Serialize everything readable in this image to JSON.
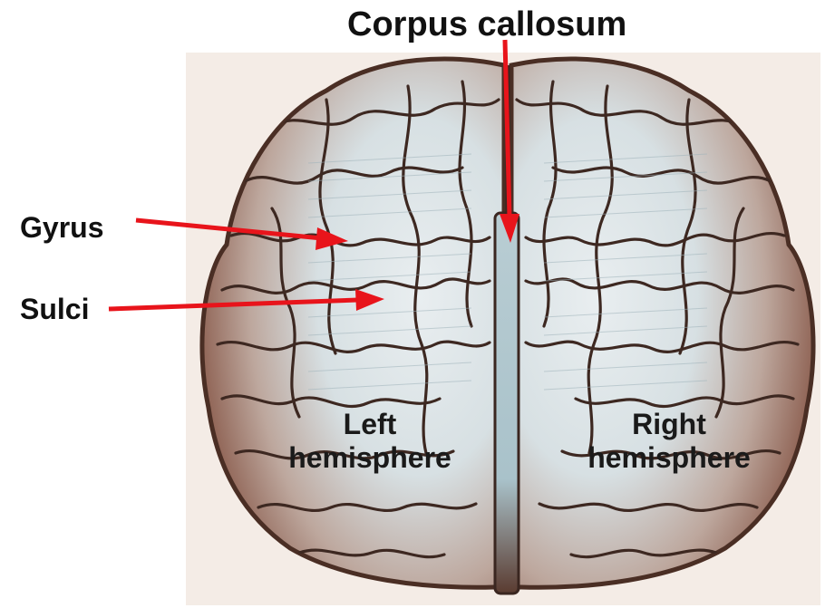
{
  "labels": {
    "corpus_callosum": "Corpus callosum",
    "gyrus": "Gyrus",
    "sulci": "Sulci",
    "left_hemisphere": [
      "Left",
      "hemisphere"
    ],
    "right_hemisphere": [
      "Right",
      "hemisphere"
    ]
  },
  "colors": {
    "arrow": "#e8141b",
    "brain_outline": "#4a2e24",
    "cortex_edge": "#a77d6c",
    "cortex_center": "#dfe6e8",
    "fissure": "#3a2620",
    "background_panel": "#f4ece6"
  },
  "image": {
    "description_icon": "brain-illustration"
  }
}
